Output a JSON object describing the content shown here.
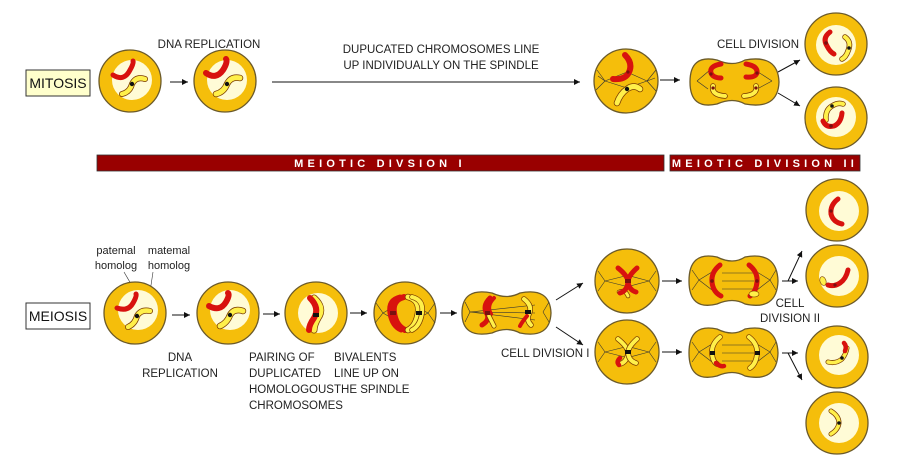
{
  "colors": {
    "cell_outer": "#F5BE0B",
    "cell_outline": "#6B5A2A",
    "nucleus": "#FFFBD6",
    "paternal": "#D8120E",
    "maternal": "#FFF04A",
    "chromosome_outline": "#7A3A00",
    "banner": "#990000",
    "mitosis_box": "#FFFFCC",
    "spindle": "#333333"
  },
  "mitosis": {
    "label": "MITOSIS",
    "steps": {
      "dna_replication": "DNA REPLICATION",
      "line_up": [
        "DUPUCATED CHROMOSOMES LINE",
        "UP INDIVIDUALLY ON THE SPINDLE"
      ],
      "cell_division": "CELL DIVISION"
    }
  },
  "banners": {
    "meiotic_division_1": "MEIOTIC DIVSION  I",
    "meiotic_division_2": "MEIOTIC DIVISION II"
  },
  "meiosis": {
    "label": "MEIOSIS",
    "annotations": {
      "paternal": [
        "patemal",
        "homolog"
      ],
      "maternal": [
        "matemal",
        "homolog"
      ]
    },
    "steps": {
      "dna_replication": [
        "DNA",
        "REPLICATION"
      ],
      "pairing": [
        "PAIRING OF",
        "DUPLICATED",
        "HOMOLOGOUS",
        "CHROMOSOMES"
      ],
      "bivalents": [
        "BIVALENTS",
        "LINE UP ON",
        "THE SPINDLE"
      ],
      "cell_division_1": "CELL DIVISION  I",
      "cell_division_2": [
        "CELL",
        "DIVISION II"
      ]
    }
  }
}
